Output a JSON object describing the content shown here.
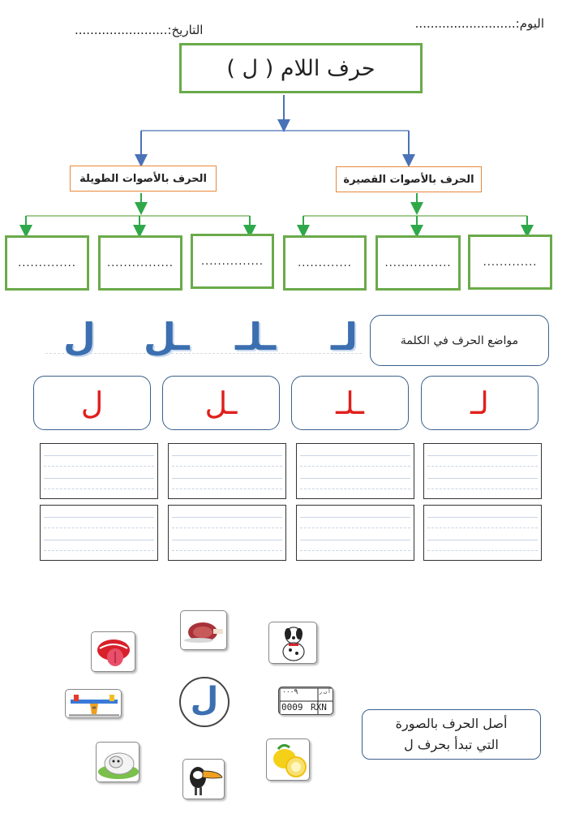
{
  "header": {
    "day_label": "اليوم:",
    "day_dots": "..........................",
    "date_label": "التاريخ:",
    "date_dots": "........................"
  },
  "title": "حرف اللام ( ل )",
  "short_vowels_label": "الحرف بالأصوات القصيرة",
  "long_vowels_label": "الحرف بالأصوات الطويلة",
  "blanks": [
    "..............",
    "................",
    "...............",
    ".............",
    "................",
    "............."
  ],
  "positions_label": "مواضع الحرف في الكلمة",
  "blue_forms": [
    "ل",
    "ـل",
    "ـلـ",
    "لـ"
  ],
  "red_forms": [
    "ل",
    "ـل",
    "ـلـ",
    "لـ"
  ],
  "match_letter": "ل",
  "instruction": [
    "أصل الحرف بالصورة",
    "التي تبدأ بحرف ل"
  ],
  "plate": {
    "top": "٠٠٠٩",
    "mid": "أ ن ر",
    "num": "0009",
    "code": "RXN"
  },
  "pictures": [
    "tongue-icon",
    "meat-icon",
    "dog-icon",
    "seesaw-icon",
    "license-plate-icon",
    "sheep-icon",
    "toucan-icon",
    "lemon-icon"
  ],
  "colors": {
    "green": "#6aaa4a",
    "orange": "#e8883a",
    "blue_arrow": "#4a72b8",
    "red": "#e0201c",
    "letter_blue": "#3b6fb0"
  }
}
